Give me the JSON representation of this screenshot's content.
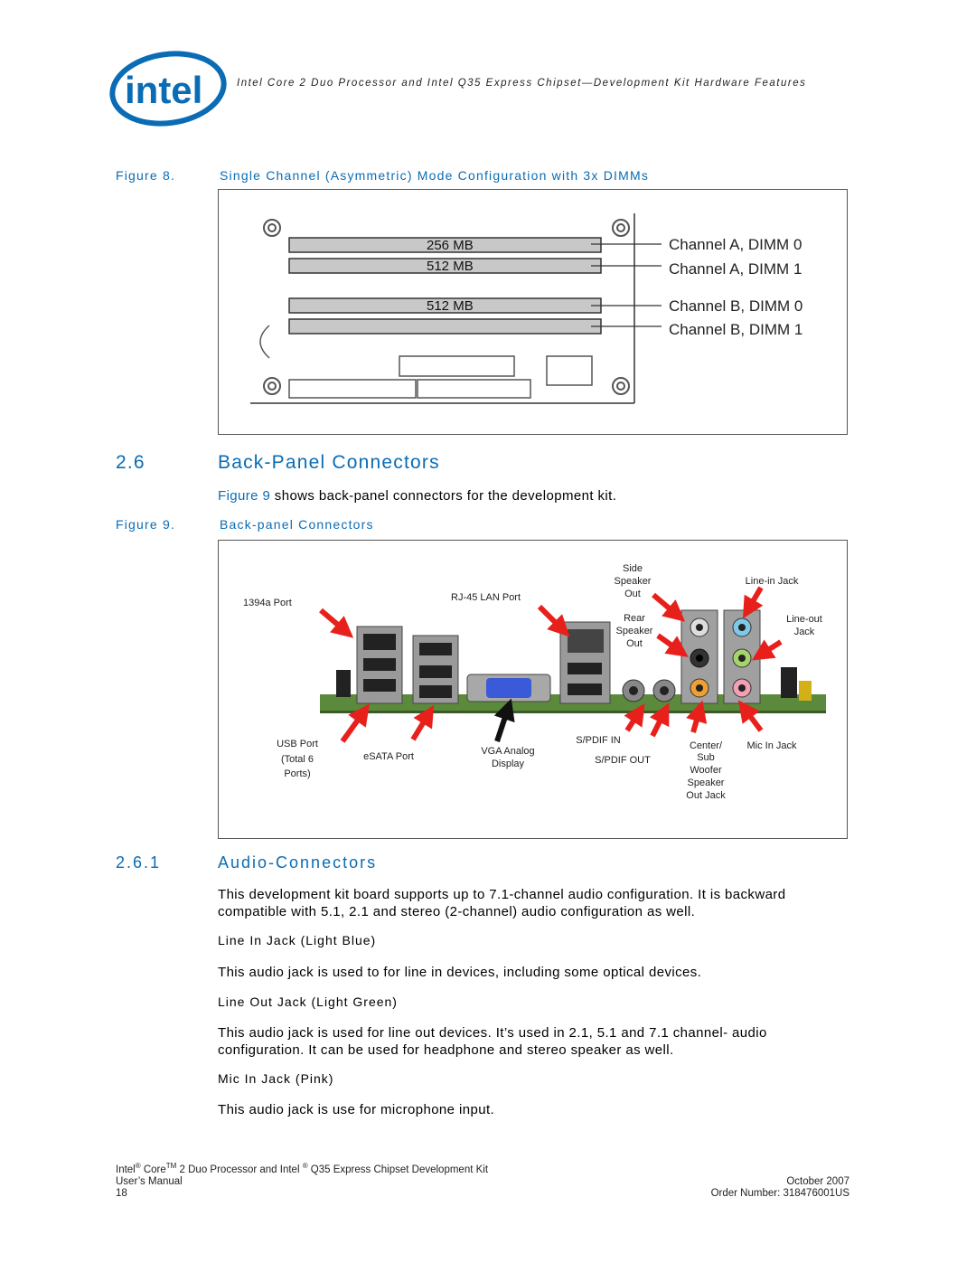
{
  "header": {
    "logo_text": "intel",
    "running_title": "Intel Core 2 Duo Processor and Intel Q35 Express Chipset—Development Kit Hardware Features"
  },
  "figure8": {
    "label": "Figure 8.",
    "title": "Single Channel (Asymmetric) Mode Configuration with 3x DIMMs",
    "dimms": [
      {
        "size": "256 MB",
        "channel": "Channel A, DIMM 0"
      },
      {
        "size": "512 MB",
        "channel": "Channel A, DIMM 1"
      },
      {
        "size": "512 MB",
        "channel": "Channel B, DIMM 0"
      },
      {
        "size": "",
        "channel": "Channel B, DIMM 1"
      }
    ]
  },
  "section_2_6": {
    "number": "2.6",
    "title": "Back-Panel Connectors",
    "ref_link": "Figure 9",
    "ref_text": " shows back-panel connectors for the development kit."
  },
  "figure9": {
    "label": "Figure 9.",
    "title": "Back-panel Connectors",
    "labels": {
      "port_1394a": "1394a Port",
      "rj45": "RJ-45 LAN Port",
      "side_speaker": [
        "Side",
        "Speaker",
        "Out"
      ],
      "line_in_jack": "Line-in Jack",
      "rear_speaker": [
        "Rear",
        "Speaker",
        "Out"
      ],
      "line_out_jack": [
        "Line-out",
        "Jack"
      ],
      "usb_port": [
        "USB Port",
        "(Total 6",
        "Ports)"
      ],
      "esata_port": "eSATA Port",
      "vga": [
        "VGA Analog",
        "Display"
      ],
      "spdif_in": "S/PDIF IN",
      "spdif_out": "S/PDIF OUT",
      "center_sub": [
        "Center/",
        "Sub",
        "Woofer",
        "Speaker",
        "Out Jack"
      ],
      "mic_in_jack": "Mic In Jack"
    }
  },
  "section_2_6_1": {
    "number": "2.6.1",
    "title": "Audio-Connectors",
    "intro": "This development kit board supports up to 7.1-channel audio configuration. It is backward compatible with 5.1, 2.1 and stereo (2-channel) audio configuration as well.",
    "line_in_heading": "Line In Jack (Light Blue)",
    "line_in_text": "This audio jack is used to for line in devices, including some optical devices.",
    "line_out_heading": "Line Out Jack (Light Green)",
    "line_out_text": "This audio jack is used for line out devices. It’s used in 2.1, 5.1 and 7.1 channel- audio configuration. It can be used for headphone and stereo speaker as well.",
    "mic_heading": "Mic In Jack (Pink)",
    "mic_text": "This audio jack is use for microphone input."
  },
  "footer": {
    "intel1": "Intel",
    "reg": "®",
    "core": " Core",
    "tm": "TM",
    "line1_rest": " 2 Duo Processor and Intel ",
    "reg2": "®",
    "line1_end": " Q35 Express Chipset Development Kit",
    "manual": "User’s Manual",
    "date": "October 2007",
    "page": "18",
    "order": "Order Number: 318476001US"
  },
  "colors": {
    "intel_blue": "#0a6cb4",
    "line_in_blue": "#7ec8e8",
    "line_out_green": "#a6d36a",
    "mic_pink": "#f2a0b4",
    "center_orange": "#f0a030",
    "arrow_red": "#e8201c"
  }
}
